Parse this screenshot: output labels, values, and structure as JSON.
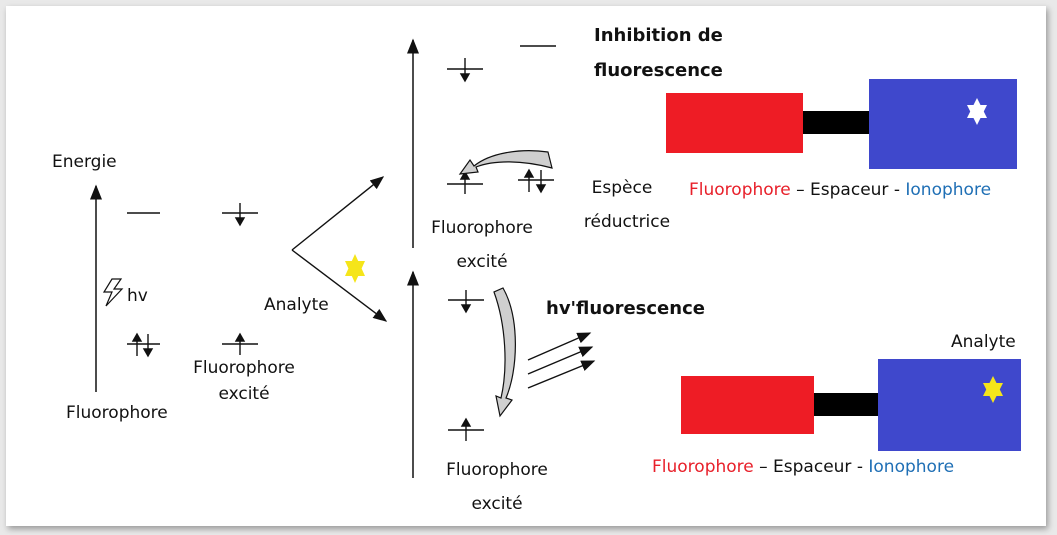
{
  "energy_label": "Energie",
  "hv_label": "hv",
  "fluorophore_label": "Fluorophore",
  "fluorophore_excited": [
    "Fluorophore",
    "excité"
  ],
  "analyte_label": "Analyte",
  "upper_excited": [
    "Fluorophore",
    "excité"
  ],
  "reducer_label": [
    "Espèce",
    "réductrice"
  ],
  "inhibition_title": [
    "Inhibition de",
    "fluorescence"
  ],
  "lower_excited": [
    "Fluorophore",
    "excité"
  ],
  "fluorescence_label": "hv'fluorescence",
  "assembly_top": {
    "fluorophore": "Fluorophore",
    "sep1": " – ",
    "spacer": "Espaceur",
    "sep2": " - ",
    "ionophore": "Ionophore"
  },
  "assembly_bottom": {
    "fluorophore": "Fluorophore",
    "sep1": " – ",
    "spacer": "Espaceur",
    "sep2": " - ",
    "ionophore": "Ionophore"
  },
  "analyte_bound_label": "Analyte",
  "colors": {
    "fluorophore": "#ee1c25",
    "spacer": "#000000",
    "ionophore": "#3f48cc",
    "analyte_star": "#f5e51a",
    "star_white": "#ffffff",
    "fluorophore_text": "#e8202a",
    "ionophore_text": "#1f6fb5"
  }
}
